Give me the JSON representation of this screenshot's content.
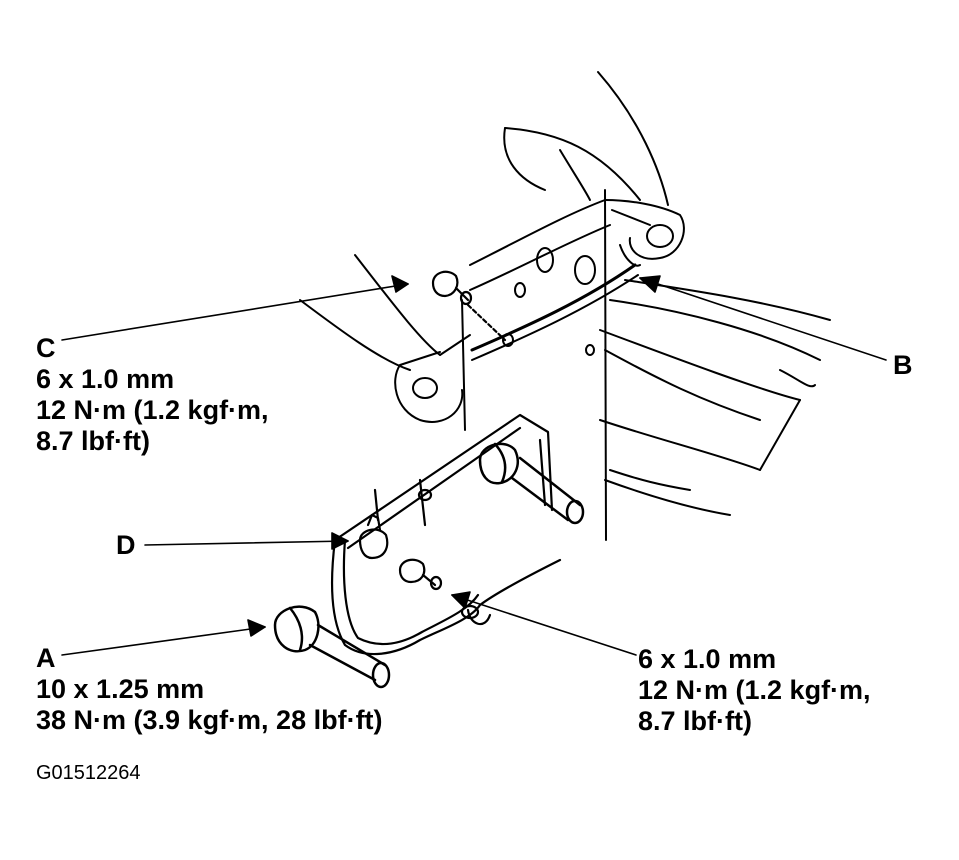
{
  "callouts": {
    "c": {
      "letter": "C",
      "size": "6 x 1.0 mm",
      "torque_1": "12 N·m (1.2 kgf·m,",
      "torque_2": "8.7 lbf·ft)"
    },
    "b": {
      "letter": "B"
    },
    "d": {
      "letter": "D"
    },
    "a": {
      "letter": "A",
      "size": "10 x 1.25 mm",
      "torque": "38 N·m (3.9 kgf·m, 28 lbf·ft)"
    },
    "right": {
      "size": "6 x 1.0 mm",
      "torque_1": "12 N·m (1.2 kgf·m,",
      "torque_2": "8.7 lbf·ft)"
    }
  },
  "figure_id": "G01512264",
  "colors": {
    "ink": "#000000",
    "paper": "#ffffff"
  }
}
